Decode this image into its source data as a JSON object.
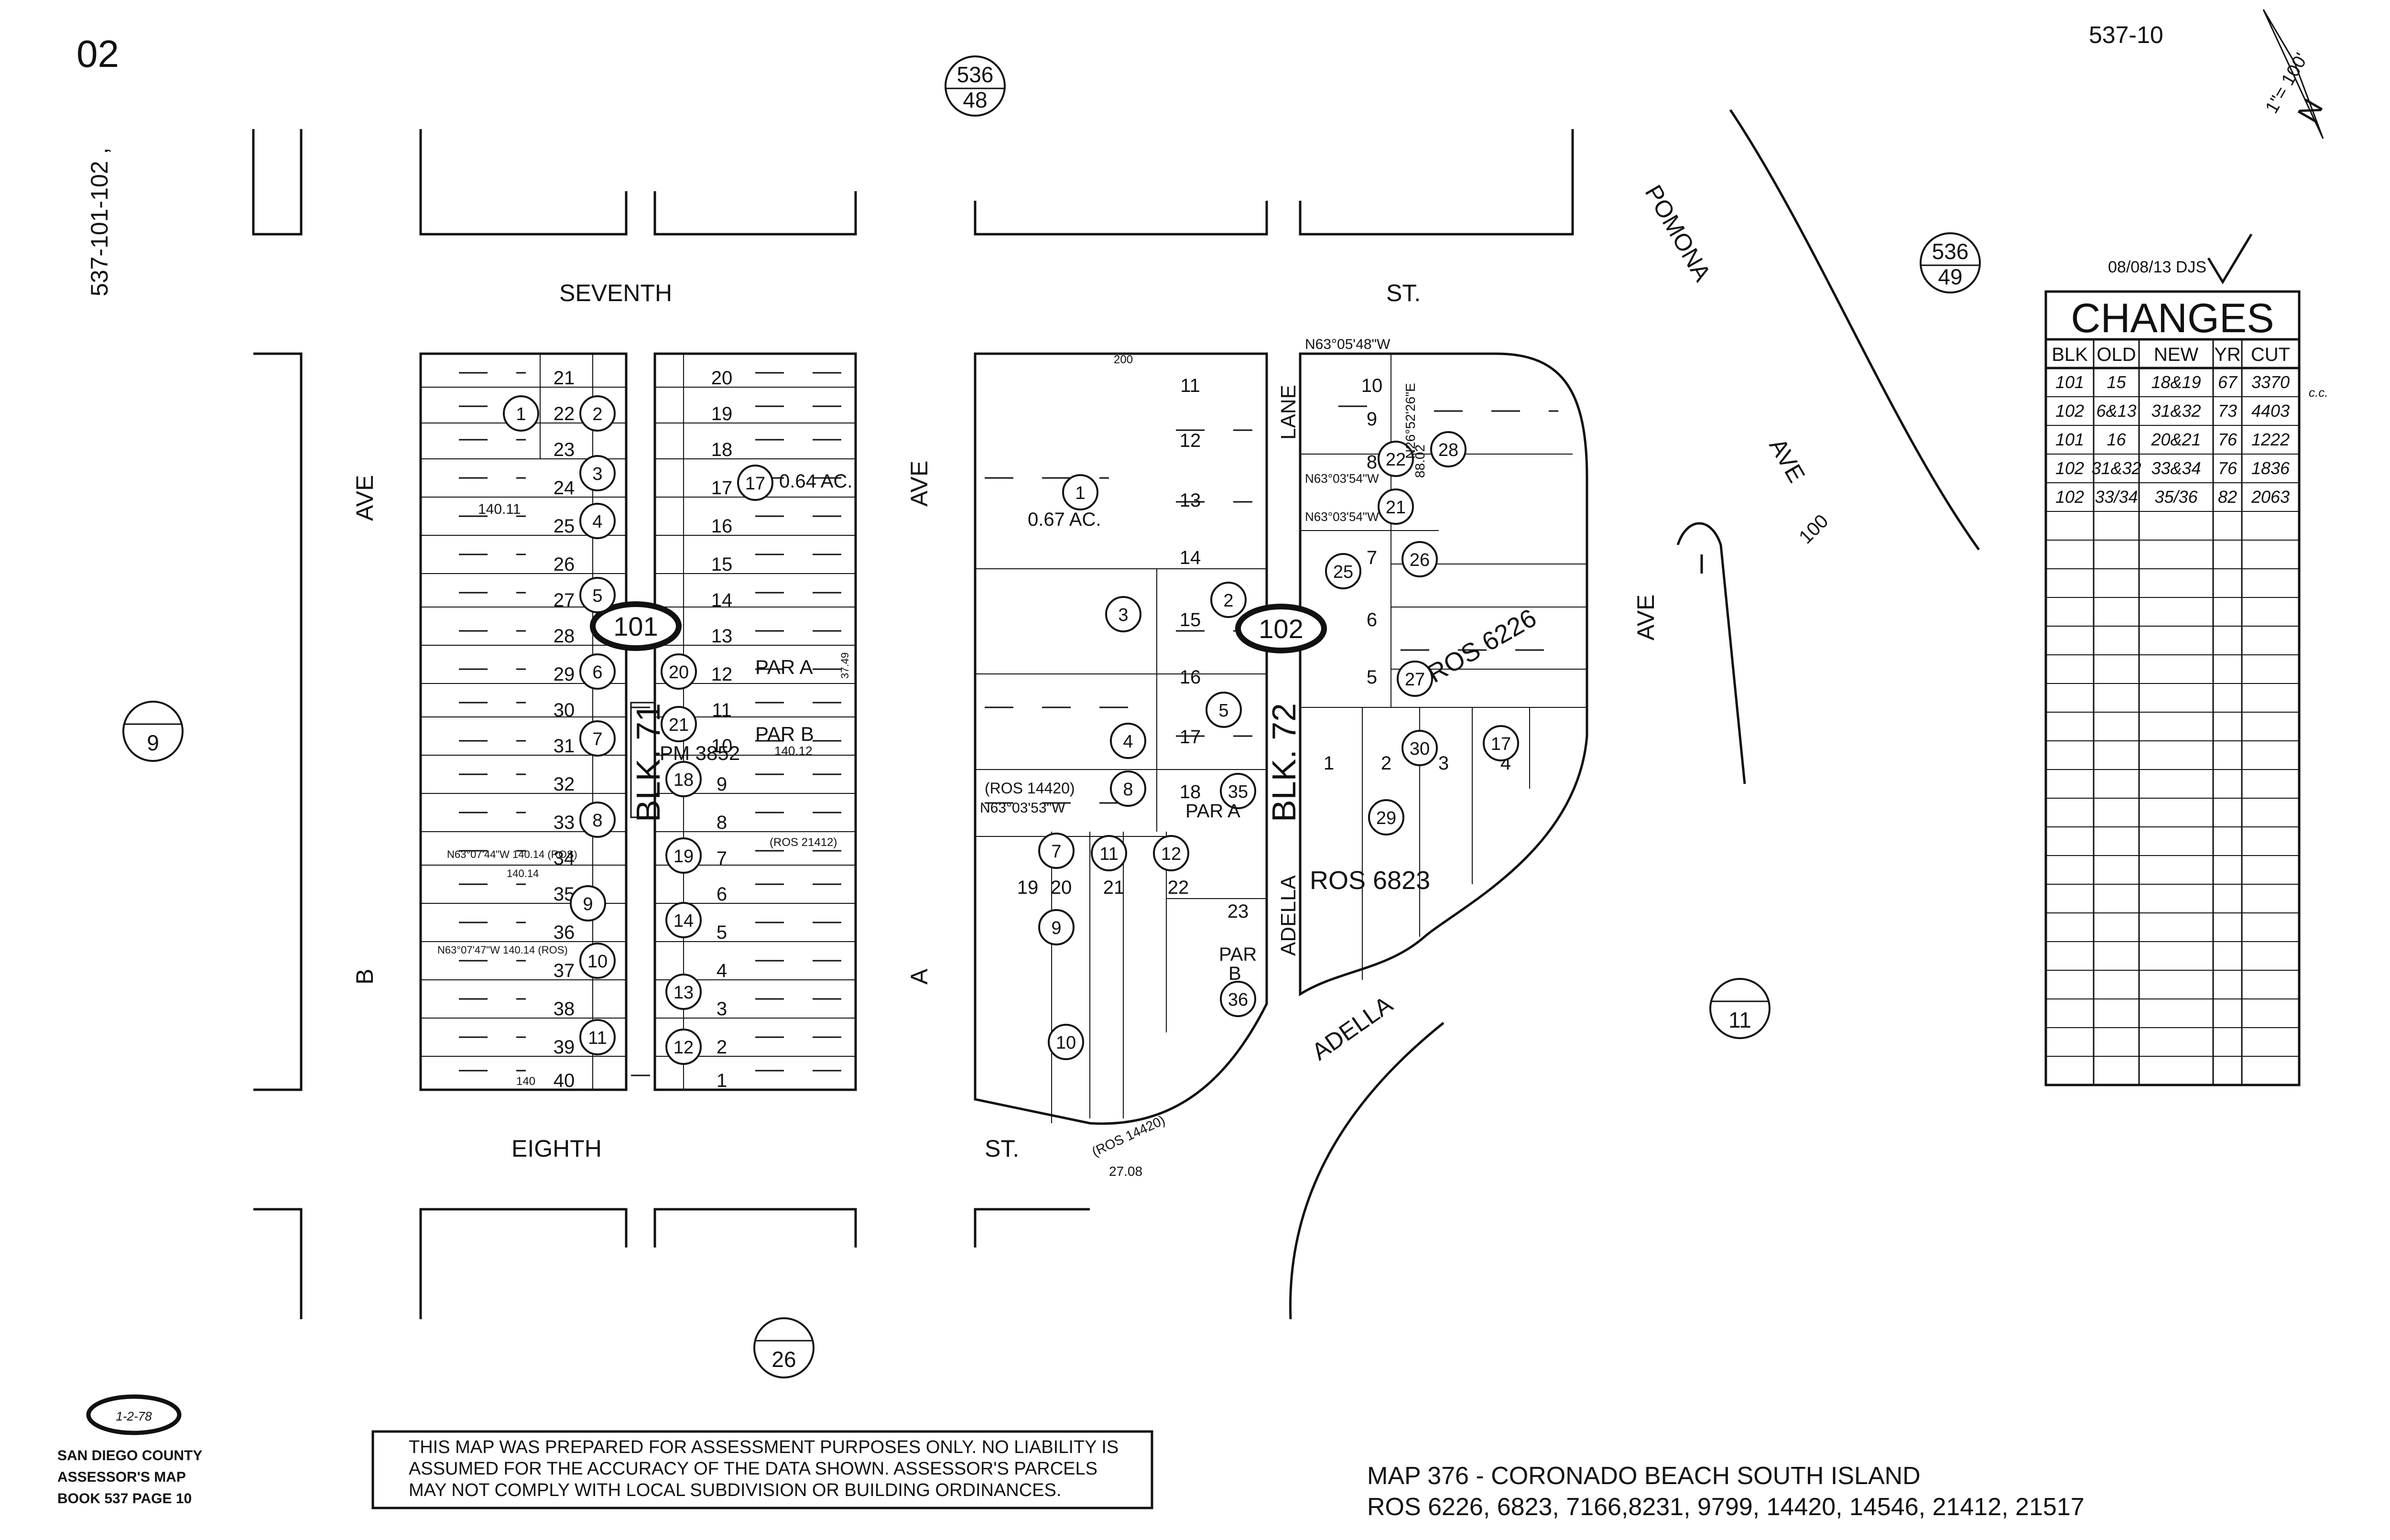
{
  "header": {
    "page_code": "02",
    "side_apn": "537-101-102 ,",
    "top_right_ref": "537-10",
    "scale": "1\"= 100'",
    "north": "N",
    "review_stamp": "08/08/13 DJS"
  },
  "streets": {
    "seventh": "SEVENTH",
    "st_top": "ST.",
    "eighth": "EIGHTH",
    "st_bottom": "ST.",
    "b_ave_1": "AVE",
    "b_ave_2": "B",
    "a_ave_1": "AVE",
    "a_ave_2": "A",
    "pomona": "POMONA",
    "pomona_ave": "AVE",
    "east_ave": "AVE",
    "adella_lane_1": "LANE",
    "adella_lane_2": "ADELLA",
    "adella_ave": "ADELLA",
    "dim_100": "100"
  },
  "page_refs": {
    "top_center": {
      "top": "536",
      "bottom": "48"
    },
    "top_right": {
      "top": "536",
      "bottom": "49"
    },
    "left": "9",
    "right": "11",
    "bottom": "26"
  },
  "blocks": {
    "blk71": "BLK. 71",
    "blk72": "BLK. 72",
    "pg101": "101",
    "pg102": "102"
  },
  "lots": {
    "b71_left": [
      "21",
      "22",
      "23",
      "24",
      "25",
      "26",
      "27",
      "28",
      "29",
      "30",
      "31",
      "32",
      "33",
      "34",
      "35",
      "36",
      "37",
      "38",
      "39",
      "40"
    ],
    "b71_right": [
      "20",
      "19",
      "18",
      "17",
      "16",
      "15",
      "14",
      "13",
      "12",
      "11",
      "10",
      "9",
      "8",
      "7",
      "6",
      "5",
      "4",
      "3",
      "2",
      "1"
    ],
    "b72_left": [
      "11",
      "12",
      "13",
      "14",
      "15",
      "16",
      "17",
      "18"
    ],
    "b72_lower": [
      "19",
      "20",
      "21",
      "22",
      "23"
    ],
    "b72_right": [
      "10",
      "9",
      "8",
      "7",
      "6",
      "5"
    ],
    "b72_south": [
      "1",
      "2",
      "3",
      "4"
    ]
  },
  "parcels_b71": [
    "1",
    "2",
    "3",
    "4",
    "5",
    "6",
    "7",
    "8",
    "9",
    "10",
    "11",
    "12",
    "13",
    "14",
    "17",
    "18",
    "19",
    "20",
    "21"
  ],
  "parcels_b72": [
    "1",
    "2",
    "3",
    "4",
    "5",
    "7",
    "8",
    "9",
    "10",
    "11",
    "12",
    "17",
    "21",
    "22",
    "25",
    "26",
    "27",
    "28",
    "29",
    "30",
    "35",
    "36"
  ],
  "annotations": {
    "acres_b71": "0.64 AC.",
    "acres_b72": "0.67 AC.",
    "par_a_1": "PAR A",
    "par_b_1": "PAR B",
    "pm": "PM 3852",
    "ros_21412": "(ROS 21412)",
    "ros_14420": "(ROS 14420)",
    "ros_14420b": "(ROS 14420)",
    "par_a_2": "PAR A",
    "par_b_2": "PAR",
    "par_b_2b": "B",
    "ros_6823": "ROS 6823",
    "ros_6226": "ROS 6226",
    "brg_1": "N63°05'48\"W",
    "brg_2": "N63°03'54\"W",
    "brg_3": "N63°03'54\"W",
    "brg_4": "N63°03'53\"W",
    "brg_5": "N63°07'44\"W 140.14 (ROS)",
    "brg_6": "N63°07'47\"W 140.14 (ROS)",
    "brg_7": "N26°52'26\"E",
    "dim_140": "140",
    "dim_14011": "140.11",
    "dim_14012": "140.12",
    "dim_14014": "140.14",
    "dim_200": "200",
    "dim_8802": "88.02",
    "dim_2708": "27.08",
    "dim_3749": "37.49"
  },
  "changes_table": {
    "title": "CHANGES",
    "headers": [
      "BLK",
      "OLD",
      "NEW",
      "YR",
      "CUT"
    ],
    "rows": [
      [
        "101",
        "15",
        "18&19",
        "67",
        "3370"
      ],
      [
        "102",
        "6&13",
        "31&32",
        "73",
        "4403"
      ],
      [
        "101",
        "16",
        "20&21",
        "76",
        "1222"
      ],
      [
        "102",
        "31&32",
        "33&34",
        "76",
        "1836"
      ],
      [
        "102",
        "33/34",
        "35/36",
        "82",
        "2063"
      ]
    ],
    "note": "c.c."
  },
  "footer": {
    "county_1": "SAN DIEGO COUNTY",
    "county_2": "ASSESSOR'S MAP",
    "county_3": "BOOK 537 PAGE 10",
    "stamp": "1-2-78",
    "disclaimer_1": "THIS MAP WAS PREPARED FOR ASSESSMENT PURPOSES ONLY.  NO LIABILITY IS",
    "disclaimer_2": "ASSUMED FOR THE ACCURACY OF THE DATA SHOWN.  ASSESSOR'S PARCELS",
    "disclaimer_3": "MAY NOT COMPLY WITH LOCAL SUBDIVISION OR BUILDING ORDINANCES.",
    "map_title": "MAP 376 - CORONADO BEACH SOUTH ISLAND",
    "ros_list": "ROS 6226, 6823, 7166,8231, 9799, 14420, 14546, 21412, 21517"
  }
}
